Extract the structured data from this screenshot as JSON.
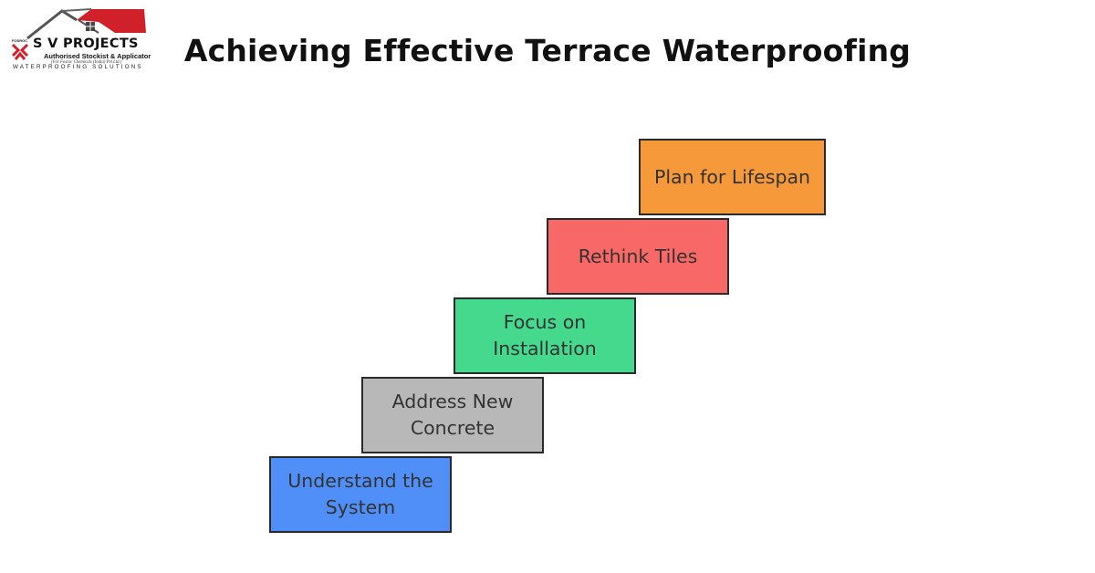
{
  "logo": {
    "brand_name": "S V PROJECTS",
    "tagline": "Authorised Stockist & Applicator",
    "subline": "(For Fosroc Chemicals (India) Pvt.Ltd.)",
    "slogan": "WATERPROOFING SOLUTIONS",
    "mini_mark": "FOSROC",
    "roof_color": "#d0202a",
    "icon": "house-roof-icon"
  },
  "title": "Achieving Effective Terrace Waterproofing",
  "steps": [
    {
      "label": "Understand the System",
      "color": "#4f8ff7"
    },
    {
      "label": "Address New Concrete",
      "color": "#b8b8b8"
    },
    {
      "label": "Focus on Installation",
      "color": "#44d98c"
    },
    {
      "label": "Rethink Tiles",
      "color": "#f76867"
    },
    {
      "label": "Plan for Lifespan",
      "color": "#f5993a"
    }
  ]
}
